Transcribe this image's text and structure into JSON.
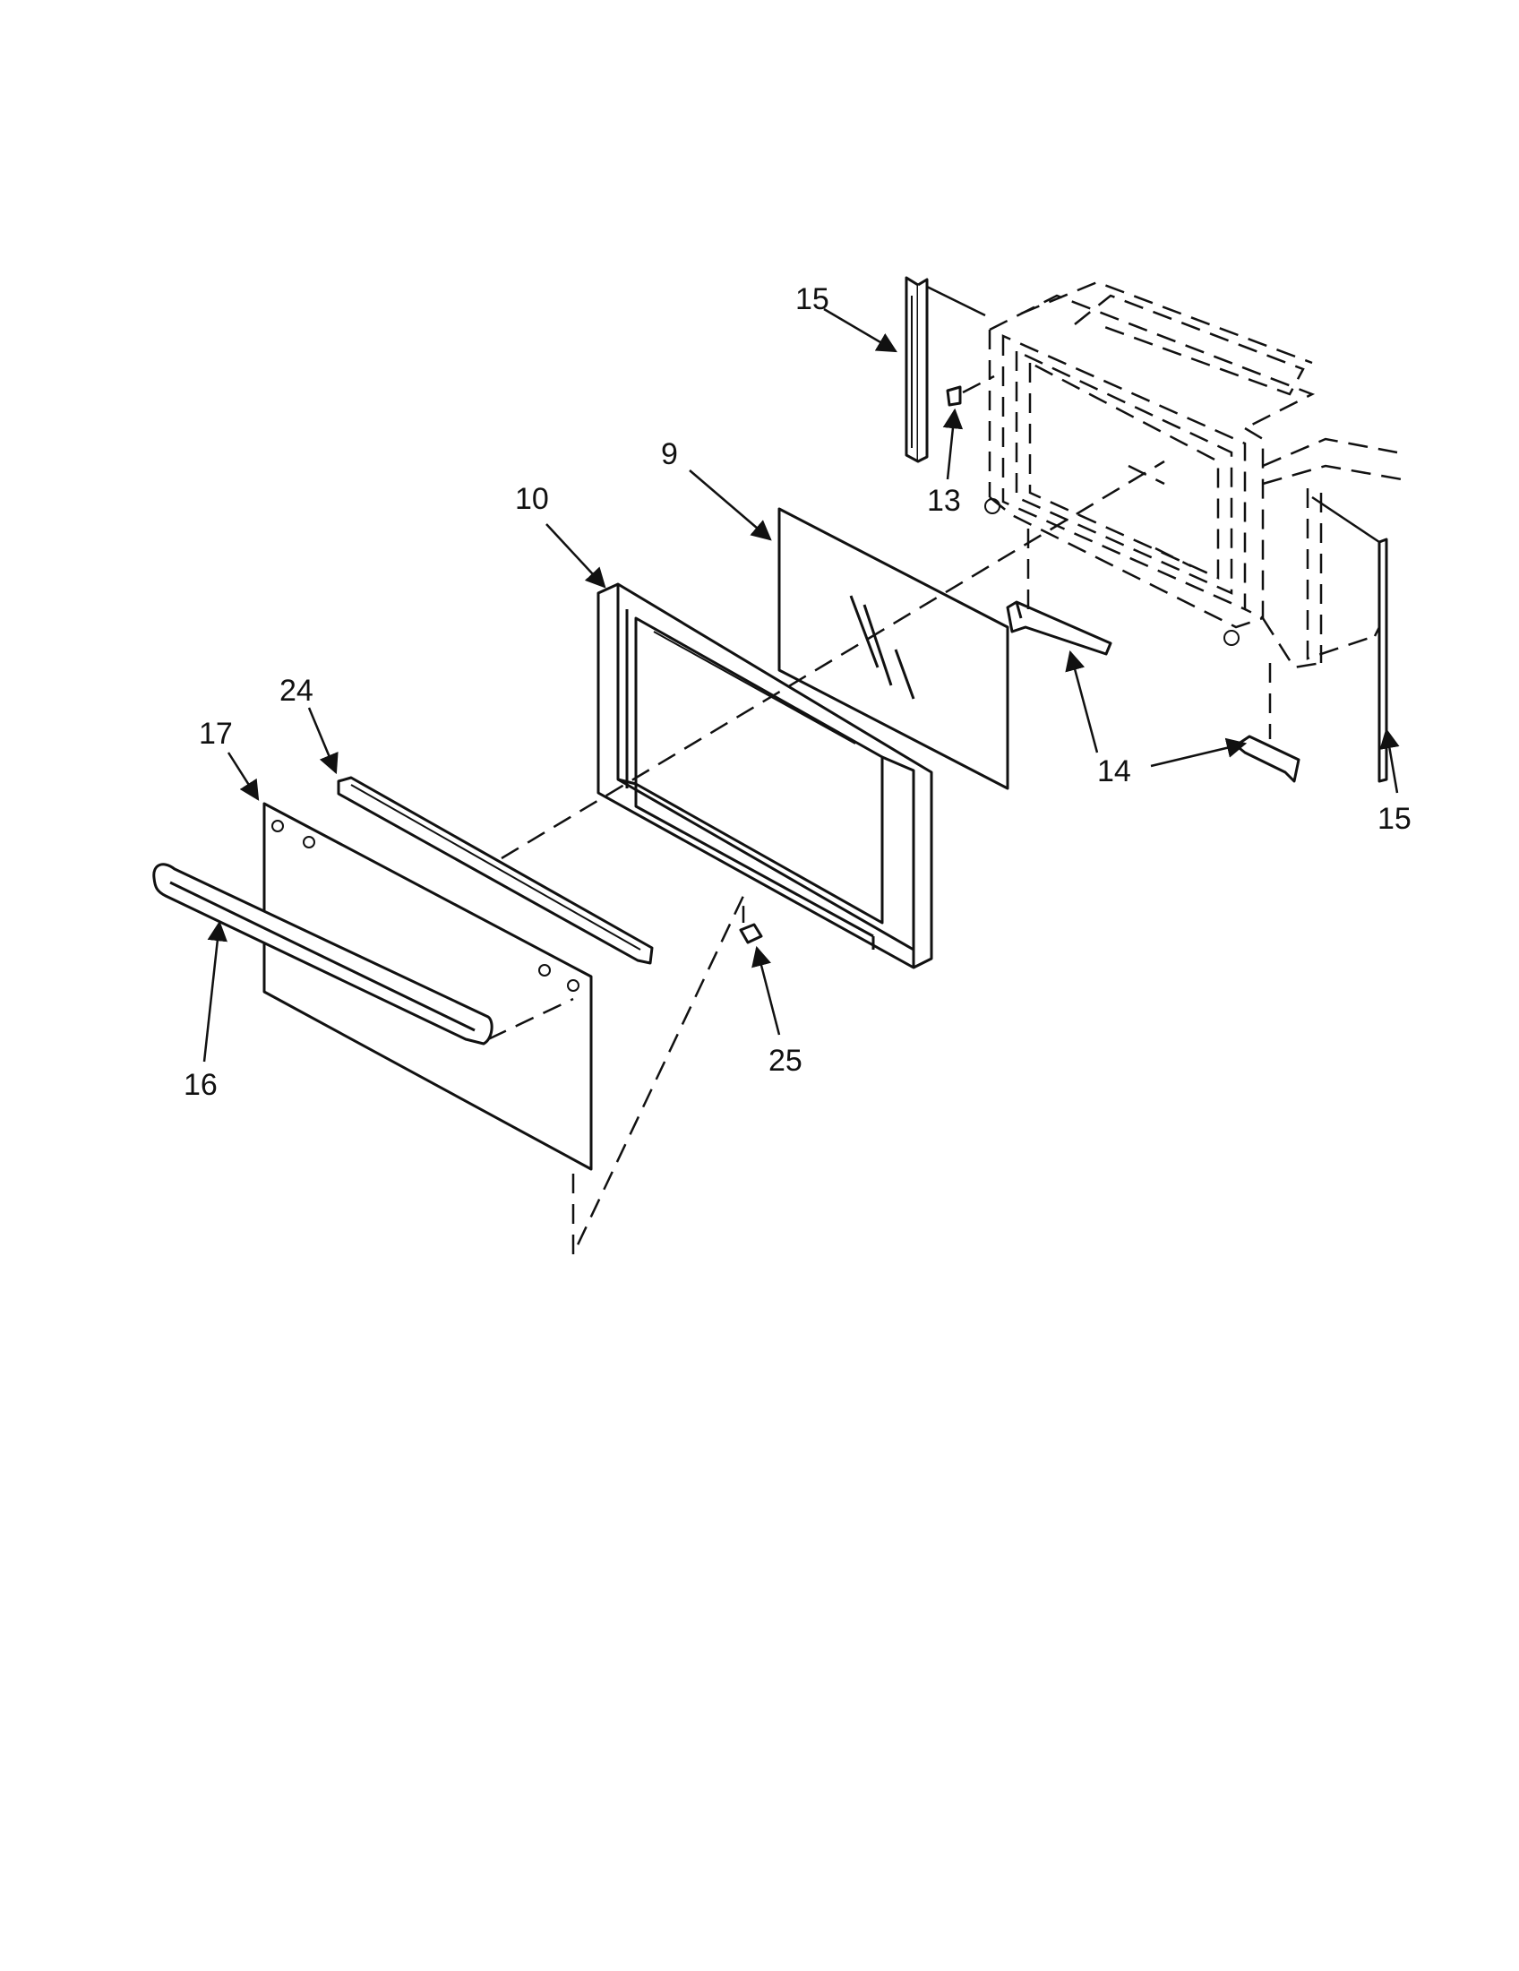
{
  "diagram": {
    "callouts": {
      "c15a": "15",
      "c13": "13",
      "c9": "9",
      "c10": "10",
      "c24": "24",
      "c17": "17",
      "c16": "16",
      "c25": "25",
      "c14": "14",
      "c15b": "15"
    }
  }
}
